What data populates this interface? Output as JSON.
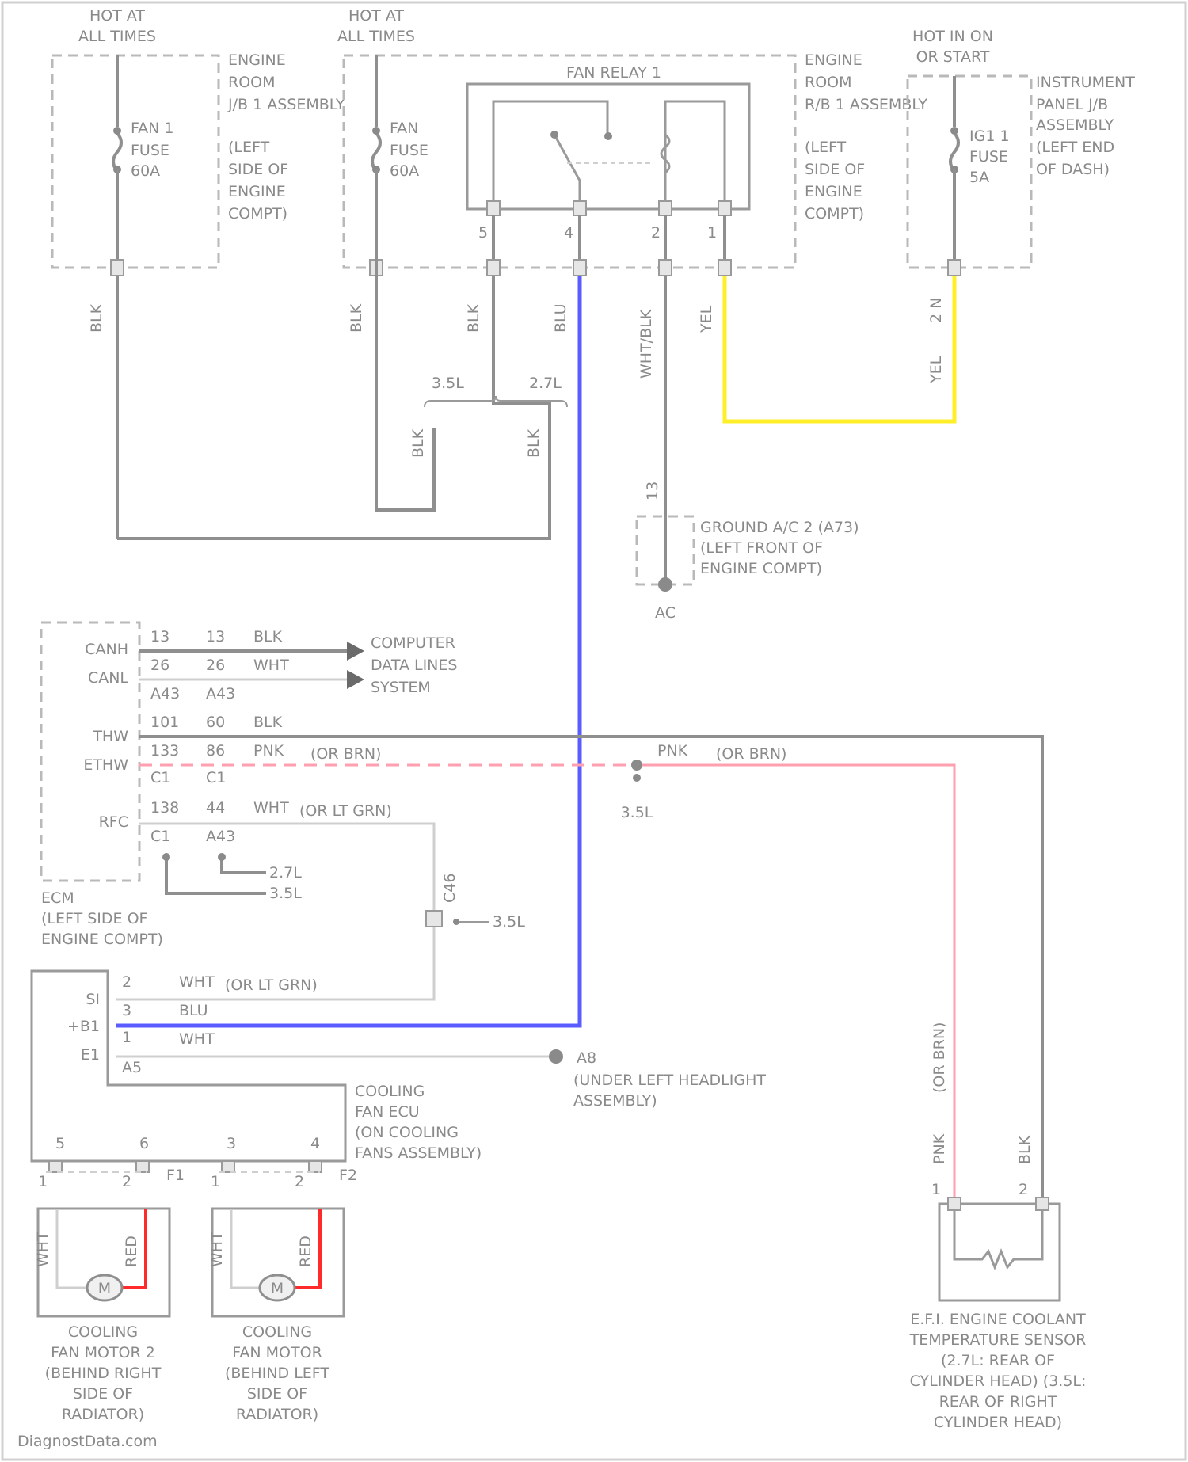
{
  "colors": {
    "blu": "#5a5cff",
    "yel": "#ffee2a",
    "pnk": "#ff9fb0",
    "red": "#ff2a2a",
    "wire": "#8f8f8f",
    "bg": "#ffffff"
  },
  "top": {
    "hot1": [
      "HOT AT",
      "ALL TIMES"
    ],
    "hot2": [
      "HOT AT",
      "ALL TIMES"
    ],
    "hot3": [
      "HOT IN ON",
      "OR START"
    ],
    "jb1_desc": [
      "ENGINE",
      "ROOM",
      "J/B 1 ASSEMBLY",
      "(LEFT",
      "SIDE OF",
      "ENGINE",
      "COMPT)"
    ],
    "fan1_fuse": [
      "FAN 1",
      "FUSE",
      "60A"
    ],
    "fan_fuse": [
      "FAN",
      "FUSE",
      "60A"
    ],
    "fan_relay": "FAN RELAY 1",
    "rb_desc": [
      "ENGINE",
      "ROOM",
      "R/B 1 ASSEMBLY",
      "(LEFT",
      "SIDE OF",
      "ENGINE",
      "COMPT)"
    ],
    "ig_fuse": [
      "IG1 1",
      "FUSE",
      "5A"
    ],
    "ip_desc": [
      "INSTRUMENT",
      "PANEL J/B",
      "ASSEMBLY",
      "(LEFT END",
      "OF DASH)"
    ],
    "relay_pins": [
      "5",
      "4",
      "2",
      "1"
    ]
  },
  "wires": {
    "blk1": "BLK",
    "blk2": "BLK",
    "blk3": "BLK",
    "blu": "BLU",
    "wht_blk": "WHT/BLK",
    "yel1": "YEL",
    "yel2": "YEL",
    "pin_2n": "2 N",
    "v35": "3.5L",
    "v27": "2.7L",
    "blk4": "BLK",
    "blk5": "BLK",
    "pin13": "13"
  },
  "ground": {
    "desc": [
      "GROUND A/C 2 (A73)",
      "(LEFT FRONT OF",
      "ENGINE COMPT)"
    ],
    "id": "AC"
  },
  "ecm": {
    "labels": [
      "CANH",
      "CANL",
      "THW",
      "ETHW",
      "RFC"
    ],
    "pins_a": [
      "13",
      "26",
      "A43",
      "101",
      "133",
      "C1",
      "138",
      "C1"
    ],
    "pins_b": [
      "13",
      "26",
      "A43",
      "60",
      "86",
      "C1",
      "44",
      "A43"
    ],
    "wires": [
      "BLK",
      "WHT",
      "BLK",
      "PNK",
      "WHT"
    ],
    "or_brn1": "(OR BRN)",
    "or_ltgrn": "(OR LT GRN)",
    "computer": [
      "COMPUTER",
      "DATA LINES",
      "SYSTEM"
    ],
    "pnk2": "PNK",
    "or_brn2": "(OR BRN)",
    "v35a": "3.5L",
    "v27a": "2.7L",
    "v35b": "3.5L",
    "v35c": "3.5L",
    "conn": "C46",
    "desc": [
      "ECM",
      "(LEFT SIDE OF",
      "ENGINE COMPT)"
    ]
  },
  "fan_ecu": {
    "labels": [
      "SI",
      "+B1",
      "E1"
    ],
    "pins": [
      "2",
      "3",
      "1",
      "A5"
    ],
    "wires": [
      "WHT",
      "BLU",
      "WHT"
    ],
    "or_ltgrn": "(OR LT GRN)",
    "ground_id": "A8",
    "ground_desc": [
      "(UNDER LEFT HEADLIGHT",
      "ASSEMBLY)"
    ],
    "desc": [
      "COOLING",
      "FAN ECU",
      "(ON COOLING",
      "FANS ASSEMBLY)"
    ],
    "bottom_pins": [
      "5",
      "6",
      "3",
      "4"
    ],
    "conn_pins": [
      "1",
      "2",
      "F1",
      "1",
      "2",
      "F2"
    ]
  },
  "motors": {
    "m2": [
      "COOLING",
      "FAN MOTOR 2",
      "(BEHIND RIGHT",
      "SIDE OF",
      "RADIATOR)"
    ],
    "m1": [
      "COOLING",
      "FAN MOTOR",
      "(BEHIND LEFT",
      "SIDE OF",
      "RADIATOR)"
    ],
    "wire_l": "WHT",
    "wire_r": "RED",
    "symbol": "M"
  },
  "sensor": {
    "pnk": "PNK",
    "or_brn": "(OR BRN)",
    "blk": "BLK",
    "pins": [
      "1",
      "2"
    ],
    "desc": [
      "E.F.I. ENGINE COOLANT",
      "TEMPERATURE SENSOR",
      "(2.7L: REAR OF",
      "CYLINDER HEAD) (3.5L:",
      "REAR OF RIGHT",
      "CYLINDER HEAD)"
    ]
  },
  "footer": "DiagnostData.com"
}
